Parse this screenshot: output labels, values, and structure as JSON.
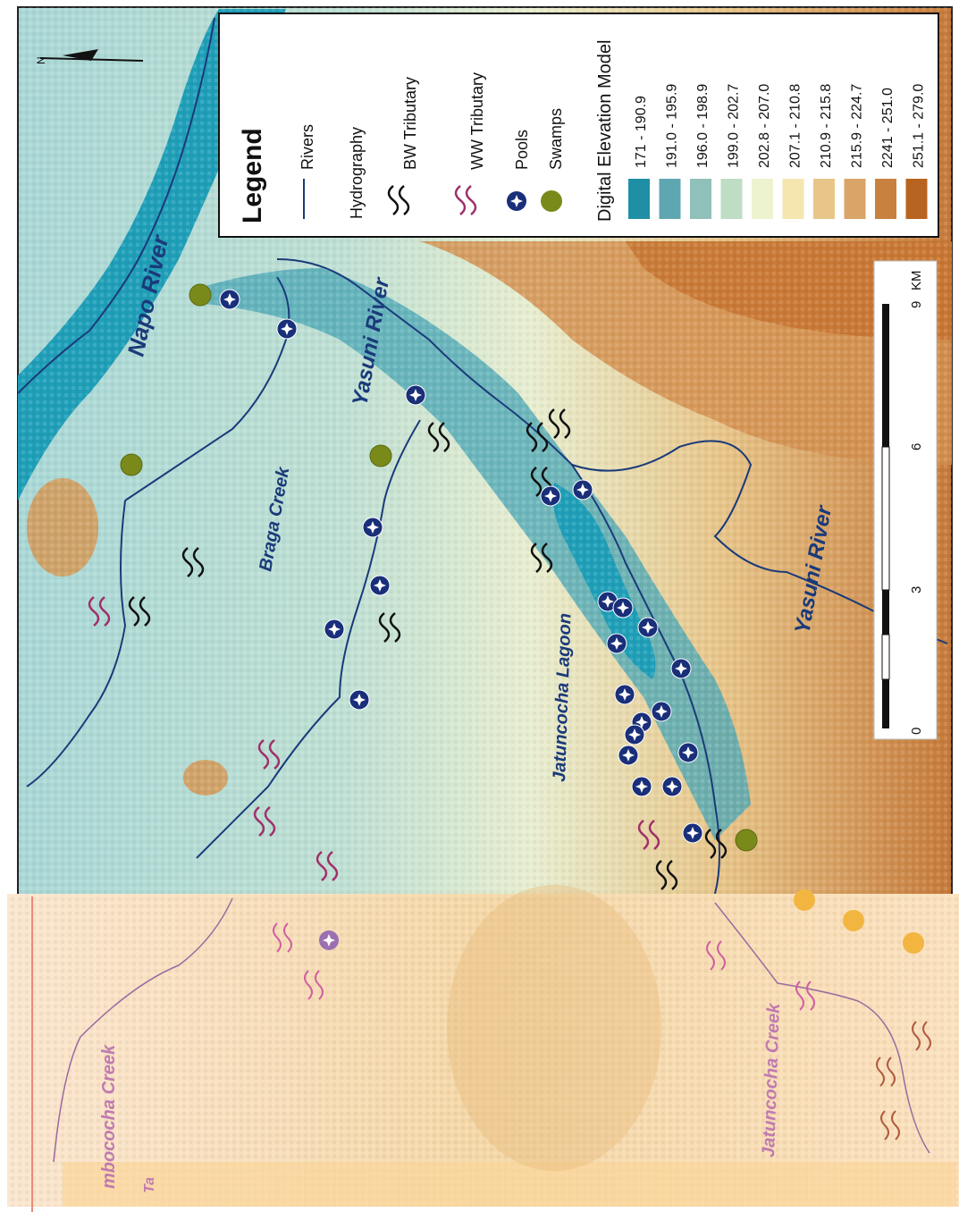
{
  "map": {
    "north_label": "N",
    "rivers": [
      {
        "label": "Napo River"
      },
      {
        "label": "Yasuni River"
      },
      {
        "label": "Yasuni River"
      }
    ],
    "creeks": [
      {
        "label": "Braga Creek"
      },
      {
        "label": "Jatuncocha Lagoon"
      }
    ],
    "faded_labels": [
      {
        "label": "mbococha Creek"
      },
      {
        "label": "Jatuncocha Creek"
      },
      {
        "label": "Ta"
      }
    ]
  },
  "legend": {
    "title": "Legend",
    "rivers_label": "Rivers",
    "hydrography_label": "Hydrography",
    "bw_label": "BW Tributary",
    "ww_label": "WW Tributary",
    "pools_label": "Pools",
    "swamps_label": "Swamps",
    "dem_title": "Digital Elevation Model",
    "dem_classes": [
      {
        "range": "171 - 190.9",
        "color": "#1f8fa6"
      },
      {
        "range": "191.0 - 195.9",
        "color": "#5ea7b0"
      },
      {
        "range": "196.0 - 198.9",
        "color": "#8fc0b9"
      },
      {
        "range": "199.0 - 202.7",
        "color": "#bfdcc4"
      },
      {
        "range": "202.8 - 207.0",
        "color": "#eef3cf"
      },
      {
        "range": "207.1 - 210.8",
        "color": "#f5e6b0"
      },
      {
        "range": "210.9 - 215.8",
        "color": "#e8c68a"
      },
      {
        "range": "215.9 - 224.7",
        "color": "#d9a468"
      },
      {
        "range": "2241 - 251.0",
        "color": "#c8813f"
      },
      {
        "range": "251.1 - 279.0",
        "color": "#b86420"
      }
    ]
  },
  "scalebar": {
    "unit": "KM",
    "ticks": [
      "0",
      "3",
      "6",
      "9"
    ]
  },
  "colors": {
    "water": "#1f9fb8",
    "river_line": "#1a3a7a",
    "pool": "#1a2f7a",
    "swamp": "#7a8a1a",
    "bw_tributary": "#111111",
    "ww_tributary": "#a0306a"
  }
}
